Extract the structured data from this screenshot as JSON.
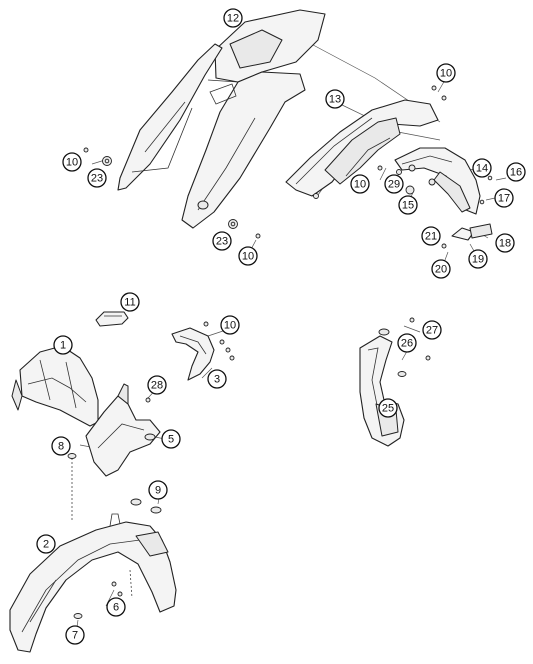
{
  "callouts": [
    {
      "label": "12"
    },
    {
      "label": "10"
    },
    {
      "label": "13"
    },
    {
      "label": "10"
    },
    {
      "label": "23"
    },
    {
      "label": "10"
    },
    {
      "label": "29"
    },
    {
      "label": "14"
    },
    {
      "label": "16"
    },
    {
      "label": "15"
    },
    {
      "label": "17"
    },
    {
      "label": "23"
    },
    {
      "label": "10"
    },
    {
      "label": "21"
    },
    {
      "label": "18"
    },
    {
      "label": "19"
    },
    {
      "label": "20"
    },
    {
      "label": "11"
    },
    {
      "label": "10"
    },
    {
      "label": "27"
    },
    {
      "label": "1"
    },
    {
      "label": "26"
    },
    {
      "label": "3"
    },
    {
      "label": "28"
    },
    {
      "label": "25"
    },
    {
      "label": "5"
    },
    {
      "label": "8"
    },
    {
      "label": "9"
    },
    {
      "label": "2"
    },
    {
      "label": "6"
    },
    {
      "label": "7"
    }
  ]
}
